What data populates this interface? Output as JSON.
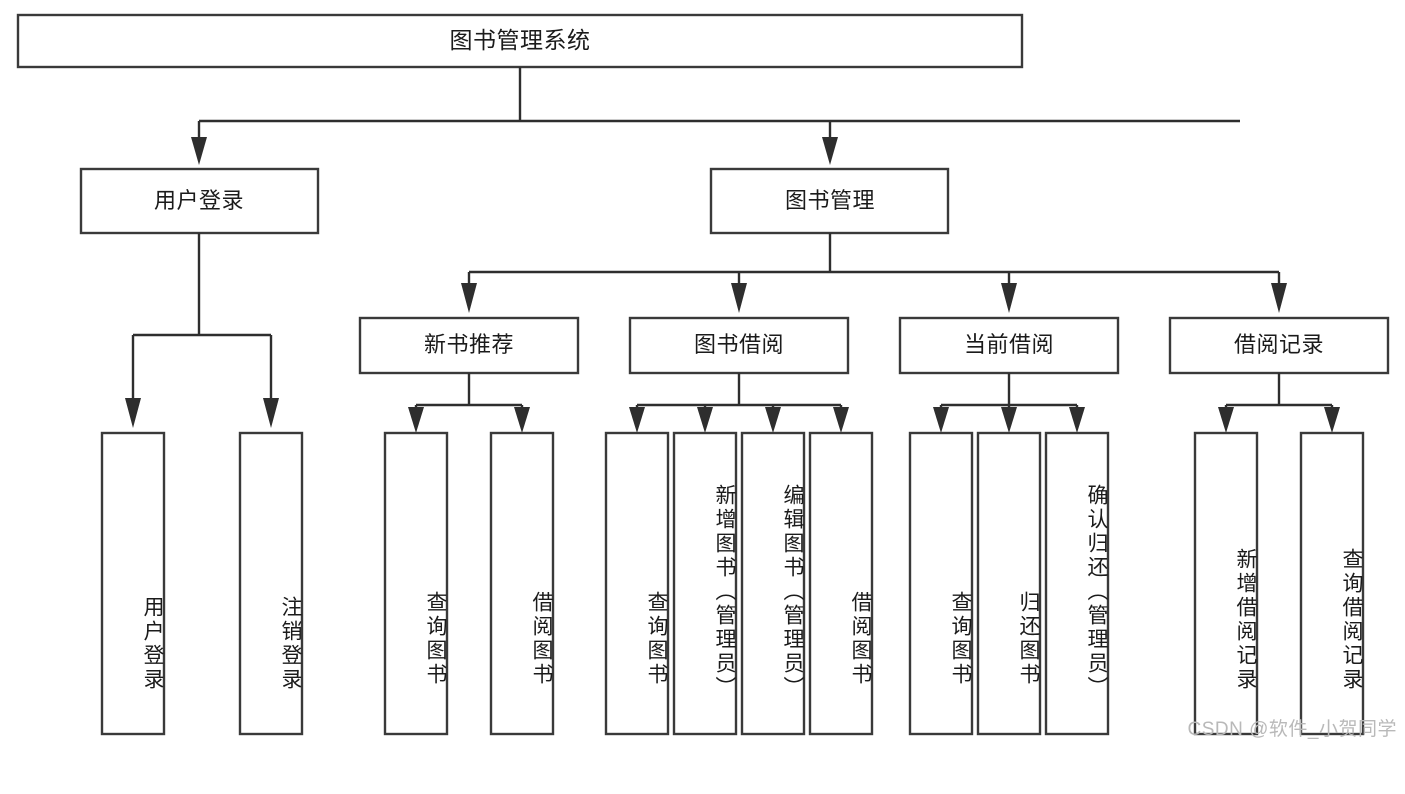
{
  "diagram": {
    "title": "图书管理系统",
    "type": "tree",
    "orientation": "top-down",
    "root": {
      "label": "图书管理系统",
      "level": 0
    },
    "level2": [
      {
        "label": "用户登录"
      },
      {
        "label": "图书管理"
      }
    ],
    "level3": [
      {
        "label": "新书推荐",
        "parent": "图书管理"
      },
      {
        "label": "图书借阅",
        "parent": "图书管理"
      },
      {
        "label": "当前借阅",
        "parent": "图书管理"
      },
      {
        "label": "借阅记录",
        "parent": "图书管理"
      }
    ],
    "leaves": {
      "user_login": [
        {
          "label": "用户登录"
        },
        {
          "label": "注销登录"
        }
      ],
      "new_book_recommend": [
        {
          "label": "查询图书"
        },
        {
          "label": "借阅图书"
        }
      ],
      "book_borrow": [
        {
          "label": "查询图书"
        },
        {
          "label": "新增图书（管理员）"
        },
        {
          "label": "编辑图书（管理员）"
        },
        {
          "label": "借阅图书"
        }
      ],
      "current_borrow": [
        {
          "label": "查询图书"
        },
        {
          "label": "归还图书"
        },
        {
          "label": "确认归还（管理员）"
        }
      ],
      "borrow_record": [
        {
          "label": "新增借阅记录"
        },
        {
          "label": "查询借阅记录"
        }
      ]
    }
  },
  "watermark": {
    "text": "CSDN @软件_小贺同学"
  },
  "colors": {
    "box_stroke": "#3a3a3a",
    "connector": "#2e2e2e",
    "text": "#1b1b1b",
    "background": "#ffffff",
    "watermark": "#b9b9b9"
  }
}
